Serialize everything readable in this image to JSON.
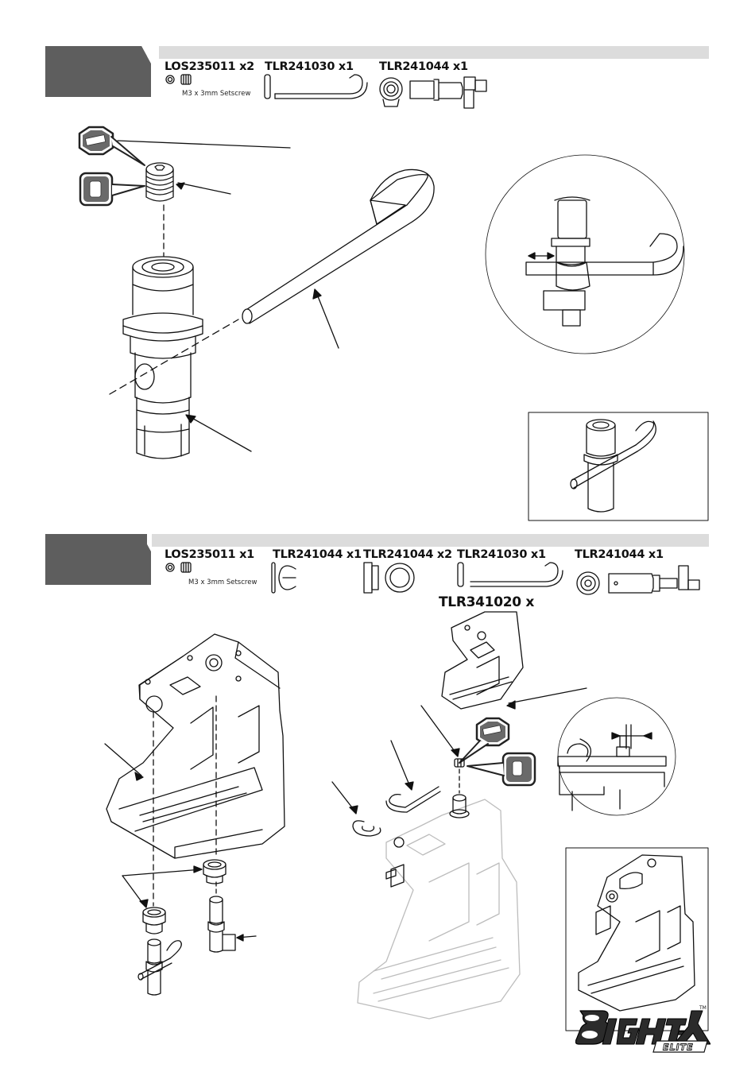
{
  "step_a": {
    "parts": [
      {
        "id": "LOS235011",
        "qty": "x2"
      },
      {
        "id": "TLR241030",
        "qty": "x1"
      },
      {
        "id": "TLR241044",
        "qty": "x1"
      }
    ],
    "setscrew_caption": "M3 x 3mm Setscrew"
  },
  "step_b": {
    "parts": [
      {
        "id": "LOS235011",
        "qty": "x1"
      },
      {
        "id": "TLR241044",
        "qty": "x1"
      },
      {
        "id": "TLR241044",
        "qty": "x2"
      },
      {
        "id": "TLR241030",
        "qty": "x1"
      },
      {
        "id": "TLR241044",
        "qty": "x1"
      }
    ],
    "setscrew_caption": "M3 x 3mm Setscrew",
    "assembly_label": "TLR341020 x"
  },
  "brand": {
    "logo_text": "8IGHT-X",
    "logo_sub": "ELITE",
    "trademark": "TM"
  }
}
